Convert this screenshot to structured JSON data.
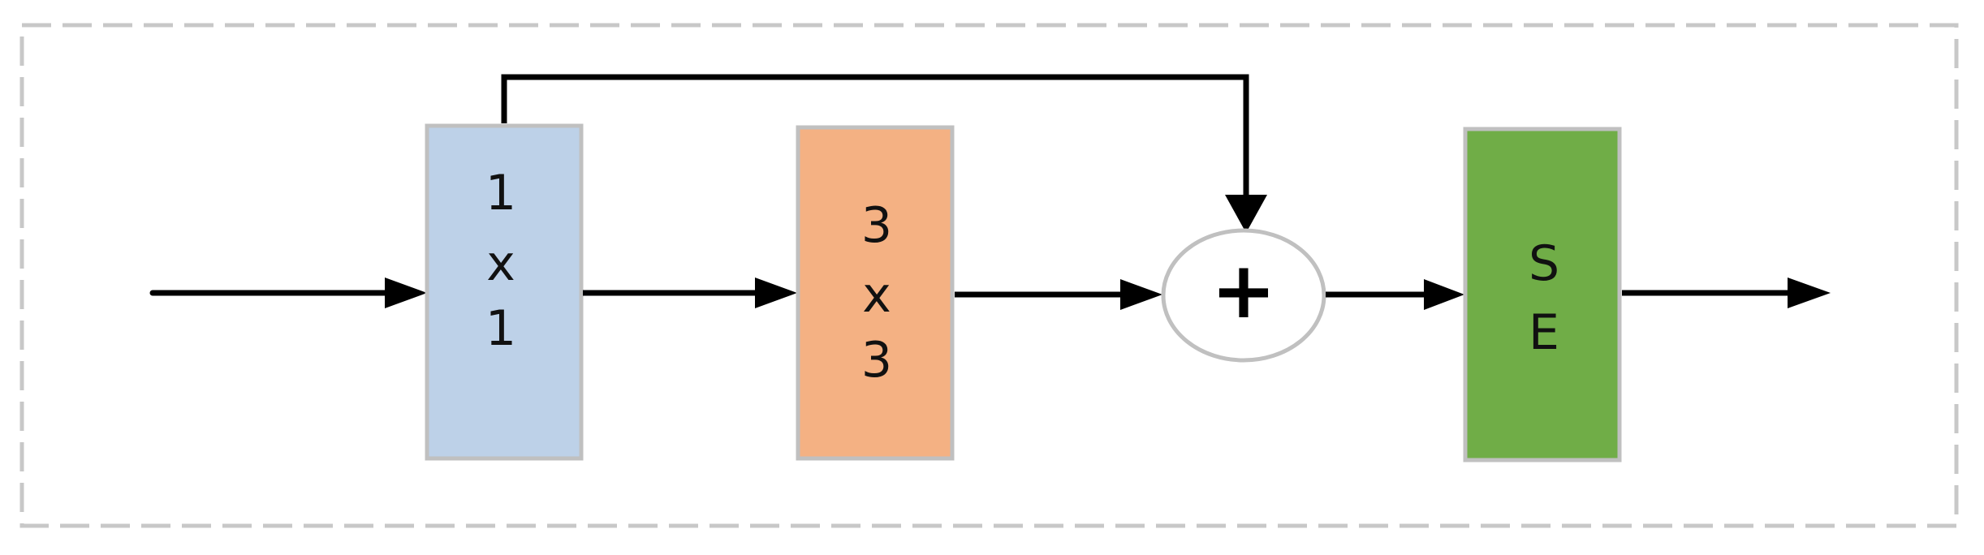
{
  "blocks": [
    {
      "id": "conv1x1",
      "lines": [
        "1",
        "x",
        "1"
      ],
      "fill": "#bdd1e8"
    },
    {
      "id": "conv3x3",
      "lines": [
        "3",
        "x",
        "3"
      ],
      "fill": "#f4b183"
    },
    {
      "id": "se",
      "lines": [
        "S",
        "E"
      ],
      "fill": "#70ad47"
    }
  ],
  "add_node": {
    "symbol": "+"
  },
  "colors": {
    "block_border": "#c0c0c0",
    "frame_dash": "#c8c8c8",
    "arrow": "#000000"
  }
}
